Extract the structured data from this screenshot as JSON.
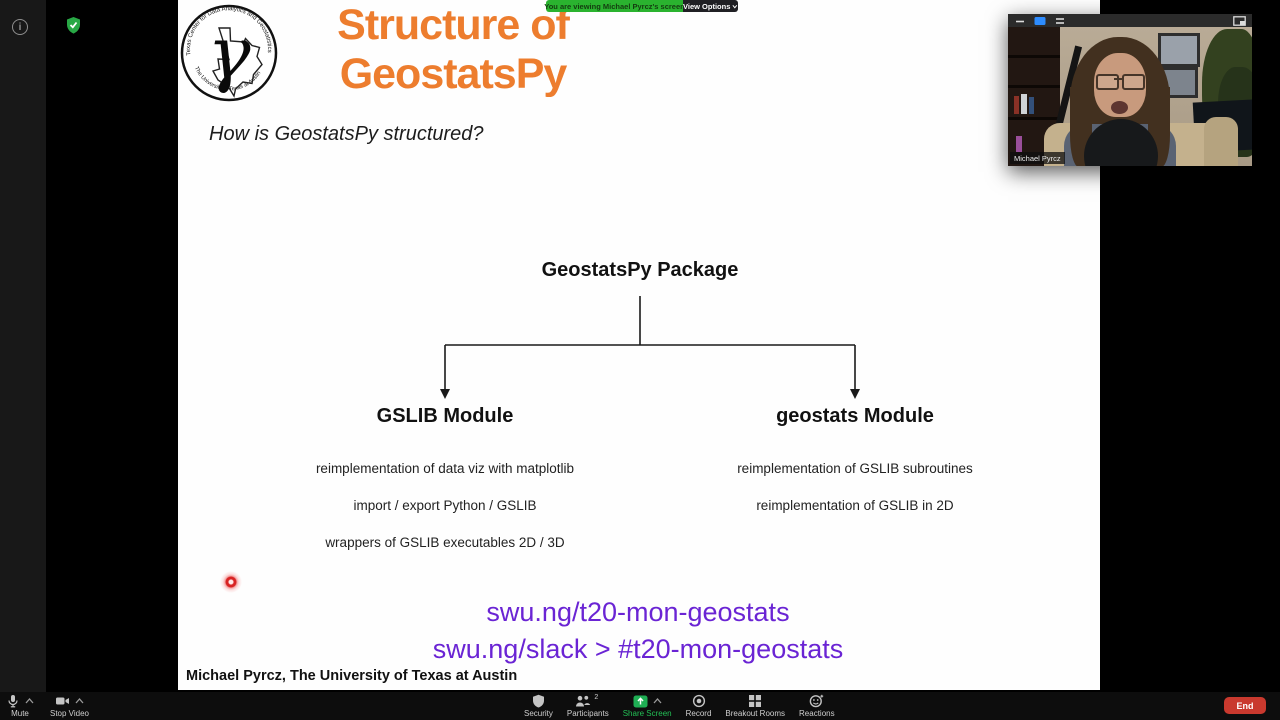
{
  "zoom_banner": {
    "viewing_text": "You are viewing Michael Pyrcz's screen",
    "view_options_label": "View Options",
    "banner_green": "#2ab32f"
  },
  "slide": {
    "logo": {
      "top_arc": "Texas Center for Data Analytics and Geostatistics",
      "bottom_arc": "The University of Texas at Austin",
      "gamma": "γ"
    },
    "title_line1": "Structure of",
    "title_line2": "GeostatsPy",
    "subtitle": "How is GeostatsPy structured?",
    "diagram": {
      "root": "GeostatsPy Package",
      "left": {
        "heading": "GSLIB Module",
        "items": [
          "reimplementation of data viz with matplotlib",
          "import / export Python / GSLIB",
          "wrappers of GSLIB executables 2D / 3D"
        ]
      },
      "right": {
        "heading": "geostats Module",
        "items": [
          "reimplementation of GSLIB subroutines",
          "reimplementation of GSLIB in 2D"
        ]
      }
    },
    "links": [
      "swu.ng/t20-mon-geostats",
      "swu.ng/slack > #t20-mon-geostats"
    ],
    "footer": "Michael Pyrcz, The University of Texas at Austin",
    "accent_orange": "#ed7d2e",
    "link_purple": "#6a24d4"
  },
  "webcam": {
    "name_label": "Michael Pyrcz"
  },
  "toolbar": {
    "mute": "Mute",
    "stop_video": "Stop Video",
    "security": "Security",
    "participants": "Participants",
    "participants_count": "2",
    "share_screen": "Share Screen",
    "record": "Record",
    "breakout_rooms": "Breakout Rooms",
    "reactions": "Reactions",
    "end": "End",
    "share_green": "#1fae54",
    "end_red": "#c9392e"
  }
}
